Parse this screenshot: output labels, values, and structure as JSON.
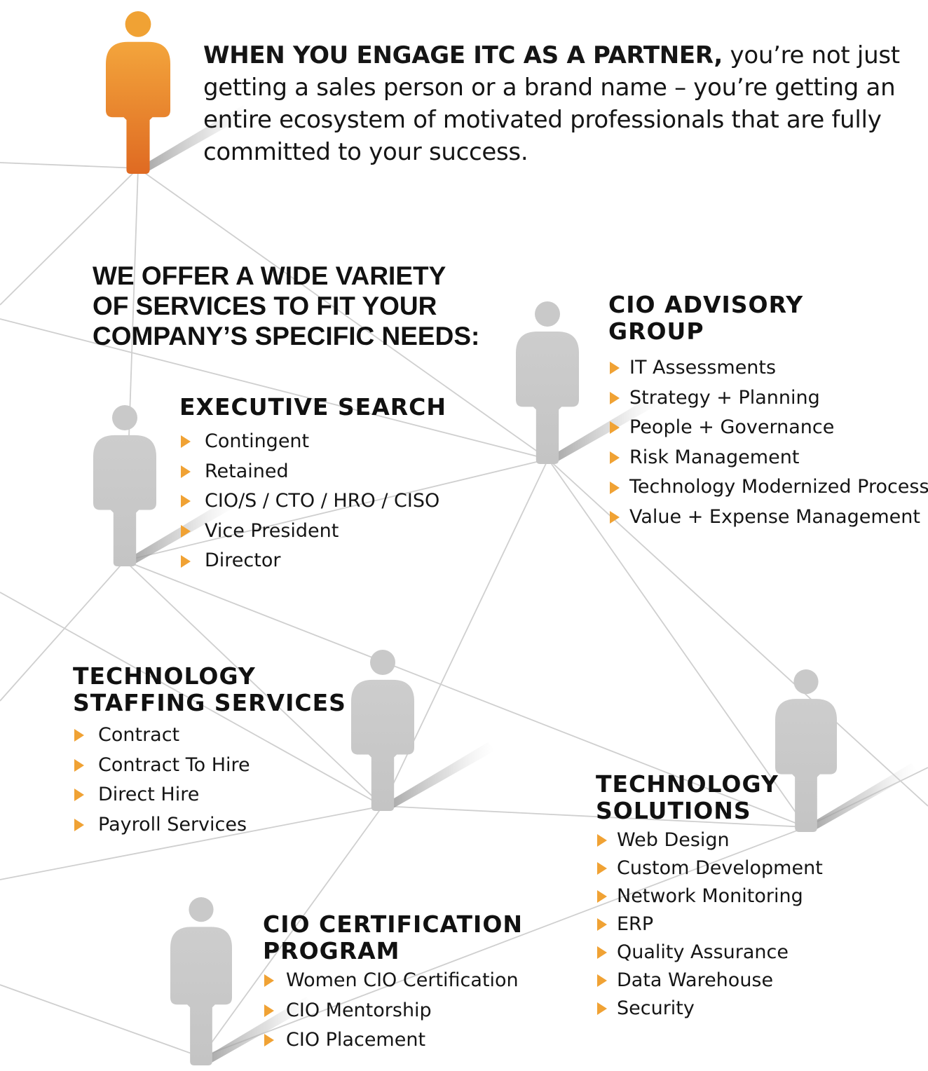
{
  "intro": {
    "lead": "WHEN YOU ENGAGE ITC AS A PARTNER,",
    "rest": " you’re not just getting a sales person or a brand name – you’re getting an entire ecosystem of motivated professionals that are fully committed to your success."
  },
  "headline": {
    "lines": [
      "WE OFFER A WIDE VARIETY",
      "OF SERVICES TO FIT YOUR",
      "COMPANY’S SPECIFIC NEEDS:"
    ]
  },
  "colors": {
    "accent": "#f0a234",
    "highlight_figure": "#e9862b",
    "figure": "#c9c9c9",
    "network_line": "#cfcfcf"
  },
  "services": {
    "executive_search": {
      "title_lines": [
        "EXECUTIVE SEARCH"
      ],
      "items": [
        "Contingent",
        "Retained",
        "CIO/S / CTO / HRO / CISO",
        "Vice President",
        "Director"
      ]
    },
    "cio_advisory": {
      "title_lines": [
        "CIO ADVISORY",
        "GROUP"
      ],
      "items": [
        "IT Assessments",
        "Strategy + Planning",
        "People + Governance",
        "Risk Management",
        "Technology Modernized Process",
        "Value + Expense Management"
      ]
    },
    "staffing": {
      "title_lines": [
        "TECHNOLOGY",
        "STAFFING SERVICES"
      ],
      "items": [
        "Contract",
        "Contract To Hire",
        "Direct Hire",
        "Payroll Services"
      ]
    },
    "solutions": {
      "title_lines": [
        "TECHNOLOGY",
        "SOLUTIONS"
      ],
      "items": [
        "Web Design",
        "Custom Development",
        "Network Monitoring",
        "ERP",
        "Quality Assurance",
        "Data Warehouse",
        "Security"
      ]
    },
    "certification": {
      "title_lines": [
        "CIO CERTIFICATION",
        "PROGRAM"
      ],
      "items": [
        "Women CIO Certification",
        "CIO Mentorship",
        "CIO Placement"
      ]
    }
  }
}
